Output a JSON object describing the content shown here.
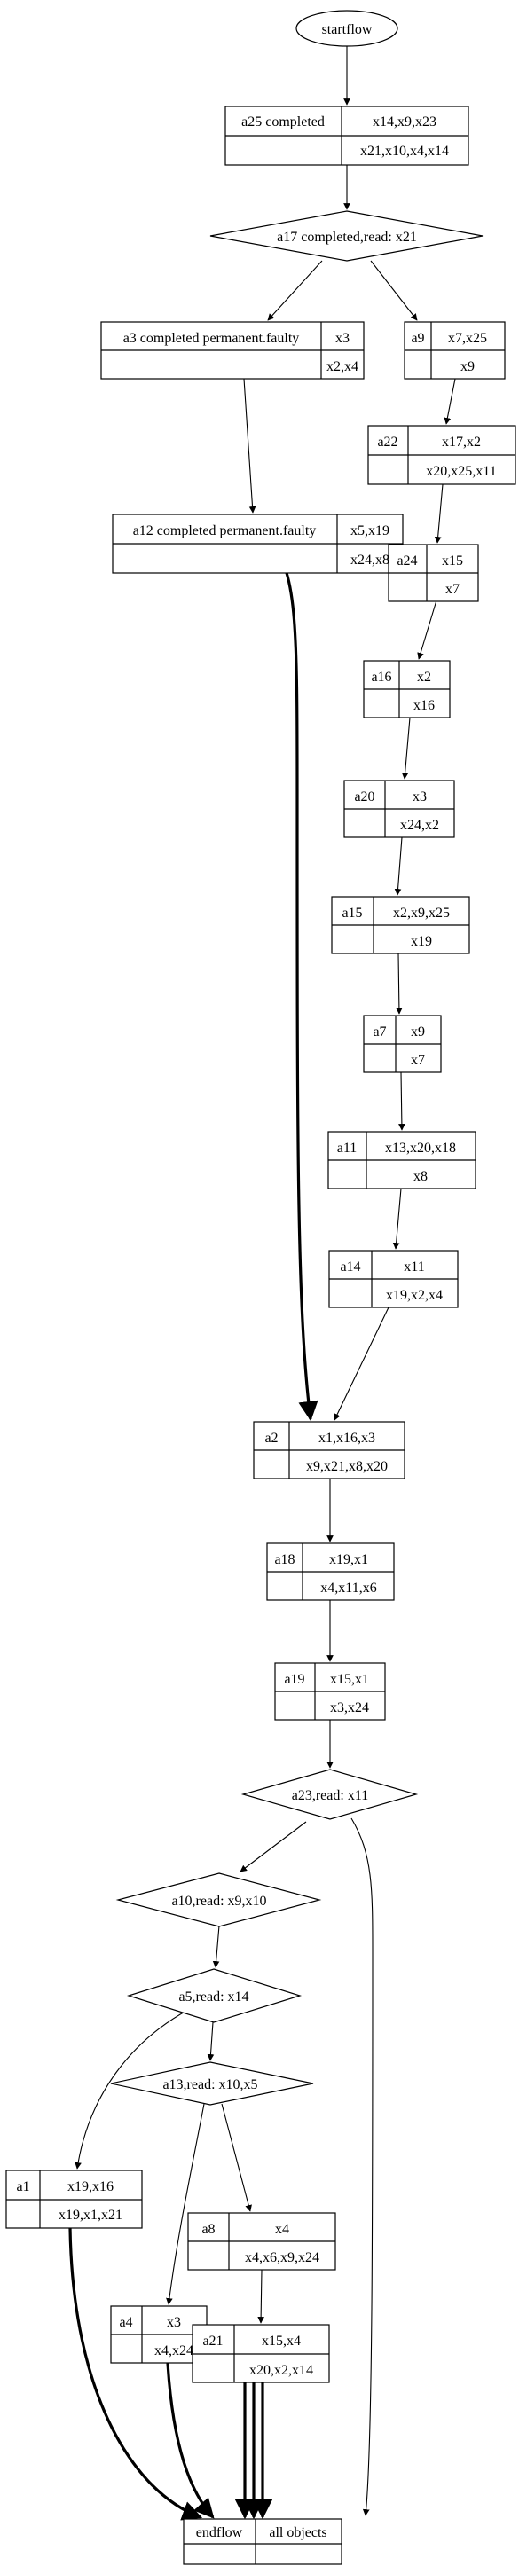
{
  "nodes": {
    "start": {
      "label": "startflow"
    },
    "a25": {
      "cells": [
        "a25 completed",
        "x14,x9,x23",
        "x21,x10,x4,x14"
      ]
    },
    "a17": {
      "label": "a17 completed,read: x21"
    },
    "a3": {
      "cells": [
        "a3 completed permanent.faulty",
        "x3",
        "x2,x4"
      ]
    },
    "a9": {
      "cells": [
        "a9",
        "x7,x25",
        "x9"
      ]
    },
    "a22": {
      "cells": [
        "a22",
        "x17,x2",
        "x20,x25,x11"
      ]
    },
    "a12": {
      "cells": [
        "a12 completed permanent.faulty",
        "x5,x19",
        "x24,x8"
      ]
    },
    "a24": {
      "cells": [
        "a24",
        "x15",
        "x7"
      ]
    },
    "a16": {
      "cells": [
        "a16",
        "x2",
        "x16"
      ]
    },
    "a20": {
      "cells": [
        "a20",
        "x3",
        "x24,x2"
      ]
    },
    "a15": {
      "cells": [
        "a15",
        "x2,x9,x25",
        "x19"
      ]
    },
    "a7": {
      "cells": [
        "a7",
        "x9",
        "x7"
      ]
    },
    "a11": {
      "cells": [
        "a11",
        "x13,x20,x18",
        "x8"
      ]
    },
    "a14": {
      "cells": [
        "a14",
        "x11",
        "x19,x2,x4"
      ]
    },
    "a2": {
      "cells": [
        "a2",
        "x1,x16,x3",
        "x9,x21,x8,x20"
      ]
    },
    "a18": {
      "cells": [
        "a18",
        "x19,x1",
        "x4,x11,x6"
      ]
    },
    "a19": {
      "cells": [
        "a19",
        "x15,x1",
        "x3,x24"
      ]
    },
    "a23": {
      "label": "a23,read: x11"
    },
    "a10": {
      "label": "a10,read: x9,x10"
    },
    "a5": {
      "label": "a5,read: x14"
    },
    "a13": {
      "label": "a13,read: x10,x5"
    },
    "a1": {
      "cells": [
        "a1",
        "x19,x16",
        "x19,x1,x21"
      ]
    },
    "a8": {
      "cells": [
        "a8",
        "x4",
        "x4,x6,x9,x24"
      ]
    },
    "a4": {
      "cells": [
        "a4",
        "x3",
        "x4,x24"
      ]
    },
    "a21": {
      "cells": [
        "a21",
        "x15,x4",
        "x20,x2,x14"
      ]
    },
    "end": {
      "cells": [
        "endflow",
        "all objects"
      ]
    }
  }
}
